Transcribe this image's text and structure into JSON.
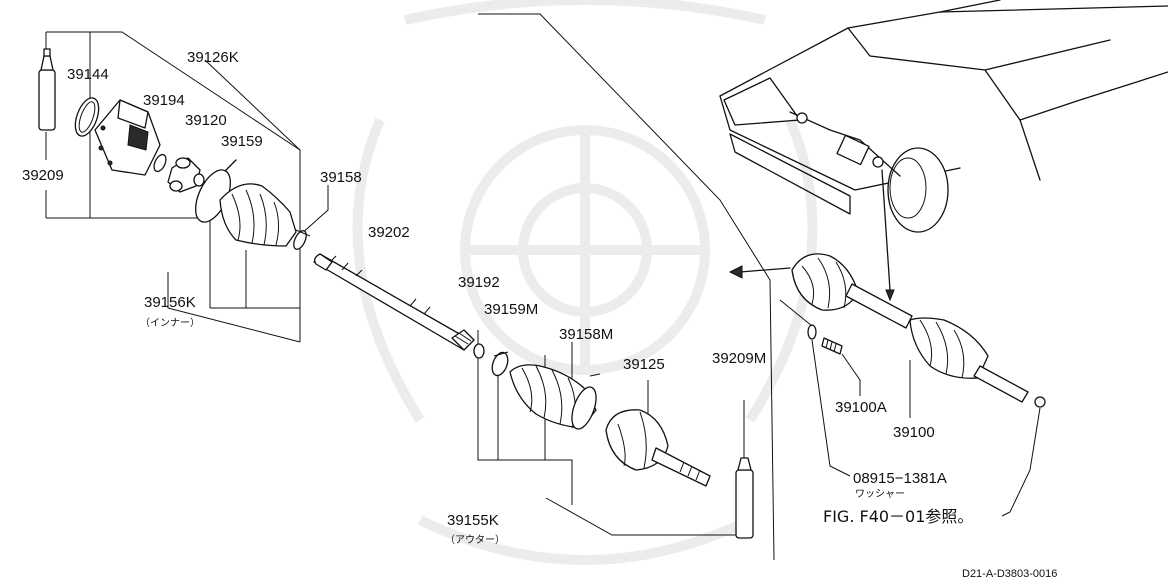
{
  "parts": {
    "p39126k": "39126K",
    "p39144": "39144",
    "p39194": "39194",
    "p39120": "39120",
    "p39159": "39159",
    "p39158": "39158",
    "p39209": "39209",
    "p39202": "39202",
    "p39156k": "39156K",
    "p39156k_sub": "（インナー）",
    "p39192": "39192",
    "p39159m": "39159M",
    "p39158m": "39158M",
    "p39125": "39125",
    "p39209m": "39209M",
    "p39155k": "39155K",
    "p39155k_sub": "（アウター）",
    "p39100a": "39100A",
    "p39100": "39100",
    "p08915": "08915−1381A",
    "p08915_sub": "ワッシャー"
  },
  "reference": "FIG. F40－01参照。",
  "diagram_code": "D21-A-D3803-0016",
  "colors": {
    "line": "#111111",
    "watermark": "#ececec",
    "background": "#ffffff"
  }
}
